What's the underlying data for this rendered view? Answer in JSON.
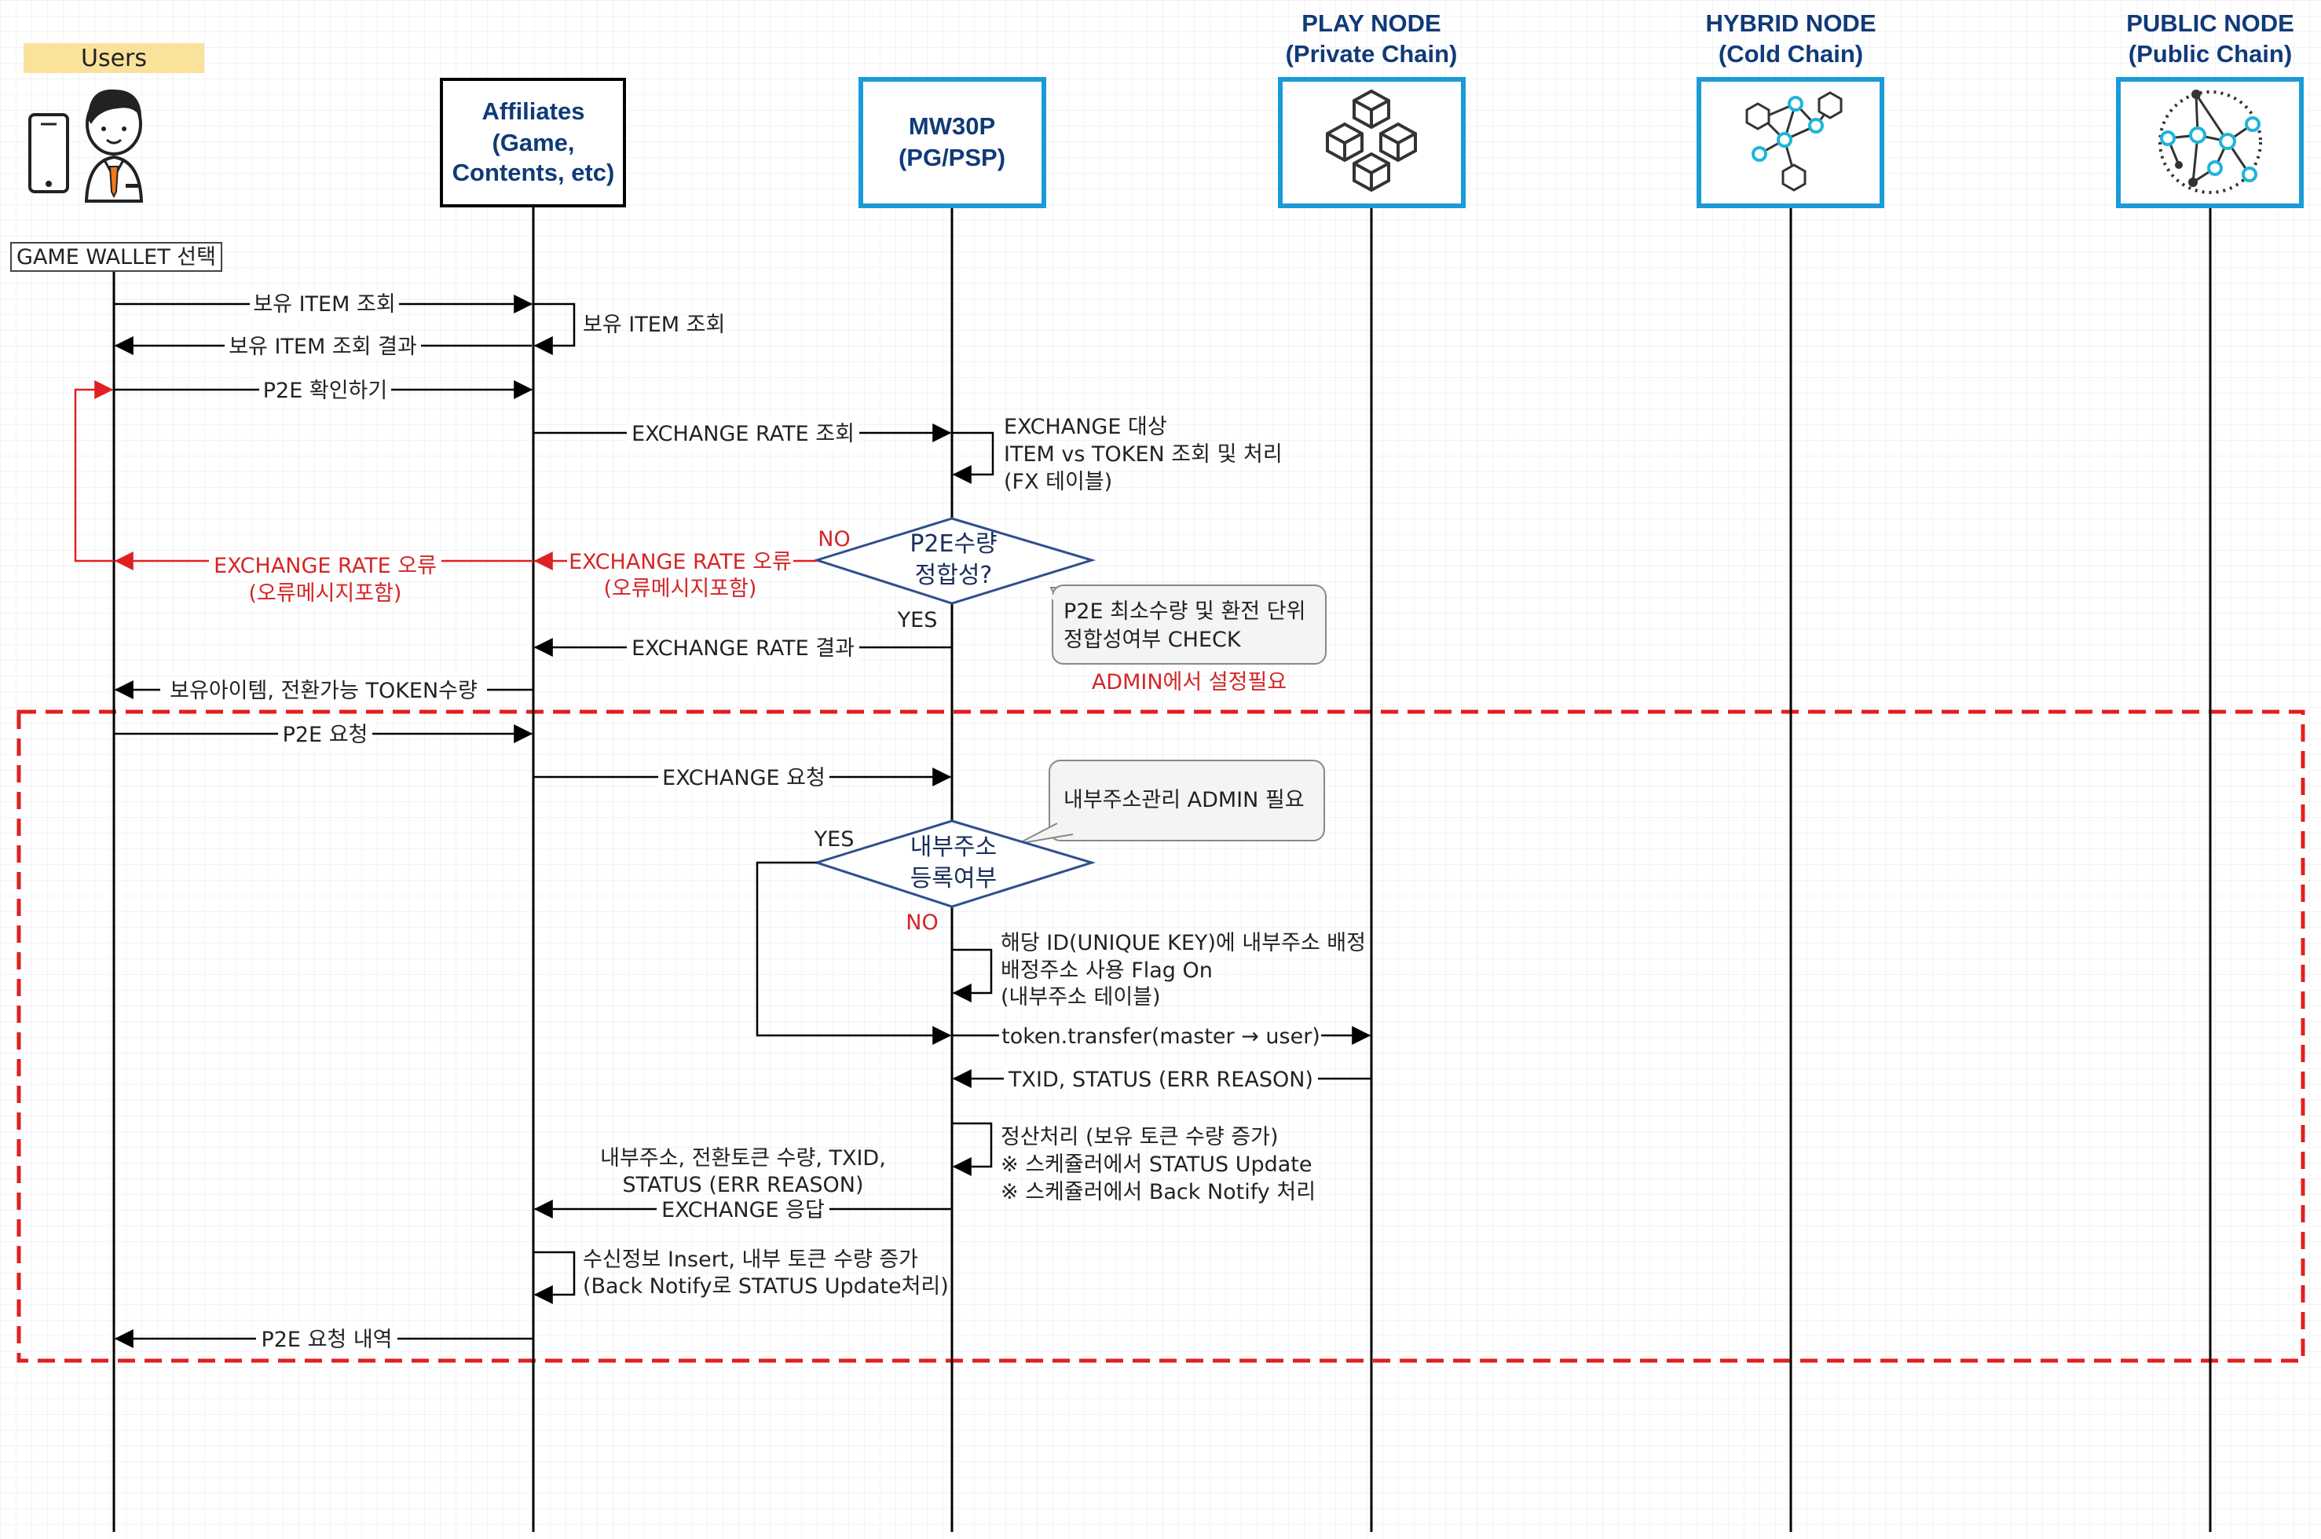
{
  "participants": {
    "users": "Users",
    "affiliates": [
      "Affiliates",
      "(Game,",
      "Contents, etc)"
    ],
    "mw30p": [
      "MW30P",
      "(PG/PSP)"
    ],
    "play_node": [
      "PLAY NODE",
      "(Private Chain)"
    ],
    "hybrid_node": [
      "HYBRID NODE",
      "(Cold Chain)"
    ],
    "public_node": [
      "PUBLIC NODE",
      "(Public Chain)"
    ]
  },
  "game_wallet": "GAME WALLET 선택",
  "messages": {
    "m1": "보유 ITEM 조회",
    "m1_self": "보유 ITEM 조회",
    "m2": "보유 ITEM 조회 결과",
    "m3": "P2E 확인하기",
    "m4": "EXCHANGE RATE 조회",
    "m4_self": [
      "EXCHANGE 대상",
      "ITEM vs TOKEN 조회 및 처리",
      "(FX 테이블)"
    ],
    "err_mw": [
      "EXCHANGE RATE 오류",
      "(오류메시지포함)"
    ],
    "err_user": [
      "EXCHANGE RATE 오류",
      "(오류메시지포함)"
    ],
    "m5": "EXCHANGE RATE 결과",
    "m6": "보유아이템, 전환가능 TOKEN수량",
    "m7": "P2E 요청",
    "m8": "EXCHANGE 요청",
    "m9_self": [
      "해당 ID(UNIQUE KEY)에 내부주소 배정",
      "배정주소 사용 Flag On",
      "(내부주소 테이블)"
    ],
    "m10": "token.transfer(master → user)",
    "m11": "TXID, STATUS (ERR REASON)",
    "m12_self": [
      "정산처리 (보유 토큰 수량 증가)",
      "※ 스케쥴러에서 STATUS Update",
      "※ 스케쥴러에서 Back Notify 처리"
    ],
    "m13": [
      "내부주소, 전환토큰 수량, TXID,",
      "STATUS (ERR REASON)",
      "EXCHANGE 응답"
    ],
    "m14_self": [
      "수신정보 Insert, 내부 토큰 수량 증가",
      "(Back Notify로 STATUS Update처리)"
    ],
    "m15": "P2E 요청 내역"
  },
  "decisions": {
    "d1": [
      "P2E수량",
      "정합성?"
    ],
    "d1_no": "NO",
    "d1_yes": "YES",
    "d2": [
      "내부주소",
      "등록여부"
    ],
    "d2_yes": "YES",
    "d2_no": "NO"
  },
  "notes": {
    "n1": [
      "P2E 최소수량 및 환전 단위",
      "정합성여부 CHECK"
    ],
    "n1_admin": "ADMIN에서 설정필요",
    "n2": "내부주소관리 ADMIN 필요"
  },
  "colors": {
    "accent_blue": "#1a9bd7",
    "error_red": "#d42626",
    "header_navy": "#103a78",
    "user_label_bg": "#fbe29b",
    "dashed_box": "#e02020",
    "decision_stroke": "#2f4e8c"
  }
}
